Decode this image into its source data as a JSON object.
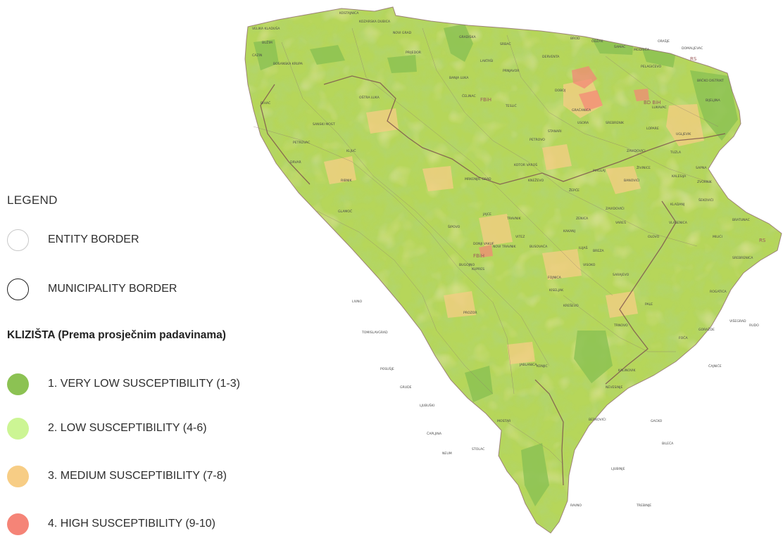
{
  "legend": {
    "title": "LEGEND",
    "borders": [
      {
        "label": "ENTITY BORDER",
        "style": "light-outline"
      },
      {
        "label": "MUNICIPALITY BORDER",
        "style": "dark-outline"
      }
    ],
    "subtitle": "KLIZIŠTA (Prema prosječnim padavinama)",
    "classes": [
      {
        "label": "1. VERY LOW SUSCEPTIBILITY (1-3)",
        "color": "#8cc253"
      },
      {
        "label": "2. LOW SUSCEPTIBILITY (4-6)",
        "color": "#ccf594"
      },
      {
        "label": "3. MEDIUM SUSCEPTIBILITY (7-8)",
        "color": "#f7cd85"
      },
      {
        "label": "4. HIGH SUSCEPTIBILITY (9-10)",
        "color": "#f58477"
      }
    ]
  },
  "map": {
    "base_color": "#b6d65a",
    "region_abbreviations": [
      "FBiH",
      "RS",
      "BD BiH",
      "FBiH",
      "RS"
    ],
    "place_labels": [
      "VELIKA KLADUŠA",
      "BUŽIM",
      "CAZIN",
      "BIHAĆ",
      "BOSANSKA KRUPA",
      "KOSTAJNICA",
      "KOZARSKA DUBICA",
      "NOVI GRAD",
      "PRIJEDOR",
      "GRADIŠKA",
      "SRBAC",
      "LAKTAŠI",
      "PRNJAVOR",
      "DERVENTA",
      "BROD",
      "ODŽAK",
      "ŠAMAC",
      "MODRIČA",
      "PELAGIĆEVO",
      "ORAŠJE",
      "DOMALJEVAC",
      "BRČKO DISTRIKT",
      "BIJELJINA",
      "BANJA LUKA",
      "ČELINAC",
      "TESLIĆ",
      "DOBOJ",
      "GRAČANICA",
      "SREBRENIK",
      "LOPARE",
      "UGLJEVIK",
      "TUZLA",
      "ŽIVINICE",
      "KALESIJA",
      "ZVORNIK",
      "SAPNA",
      "BANOVIĆI",
      "KLADANJ",
      "ŠEKOVIĆI",
      "VLASENICA",
      "BRATUNAC",
      "MILIĆI",
      "SREBRENICA",
      "PETROVAC",
      "DRVAR",
      "GLAMOČ",
      "LIVNO",
      "TOMISLAVGRAD",
      "POSUŠJE",
      "GRUDE",
      "LJUBUŠKI",
      "ČAPLJINA",
      "NEUM",
      "STOLAC",
      "MOSTAR",
      "JABLANICA",
      "KONJIC",
      "PROZOR",
      "BUGOJNO",
      "DONJI VAKUF",
      "JAJCE",
      "TRAVNIK",
      "NOVI TRAVNIK",
      "VITEZ",
      "BUSOVAČA",
      "KISELJAK",
      "KREŠEVO",
      "FOJNICA",
      "KAKANJ",
      "ZENICA",
      "VAREŠ",
      "BREZA",
      "VISOKO",
      "ILIJAŠ",
      "SARAJEVO",
      "PALE",
      "TRNOVO",
      "FOČA",
      "GORAŽDE",
      "ČAJNIČE",
      "ROGATICA",
      "VIŠEGRAD",
      "RUDO",
      "KALINOVIK",
      "GACKO",
      "NEVESINJE",
      "BILEĆA",
      "BERKOVIĆI",
      "LJUBINJE",
      "TREBINJE",
      "RAVNO",
      "OLOVO",
      "ZAVIDOVIĆI",
      "ŽEPČE",
      "MAGLAJ",
      "ZAVIDOVICI",
      "KOTOR VAROŠ",
      "KNEŽEVO",
      "MRKONJIĆ GRAD",
      "ŠIPOVO",
      "KUPRES",
      "SANSKI MOST",
      "KLJUČ",
      "RIBNIK",
      "OŠTRA LUKA",
      "LUKAVAC",
      "PETROVO",
      "STANARI",
      "USORA"
    ]
  }
}
